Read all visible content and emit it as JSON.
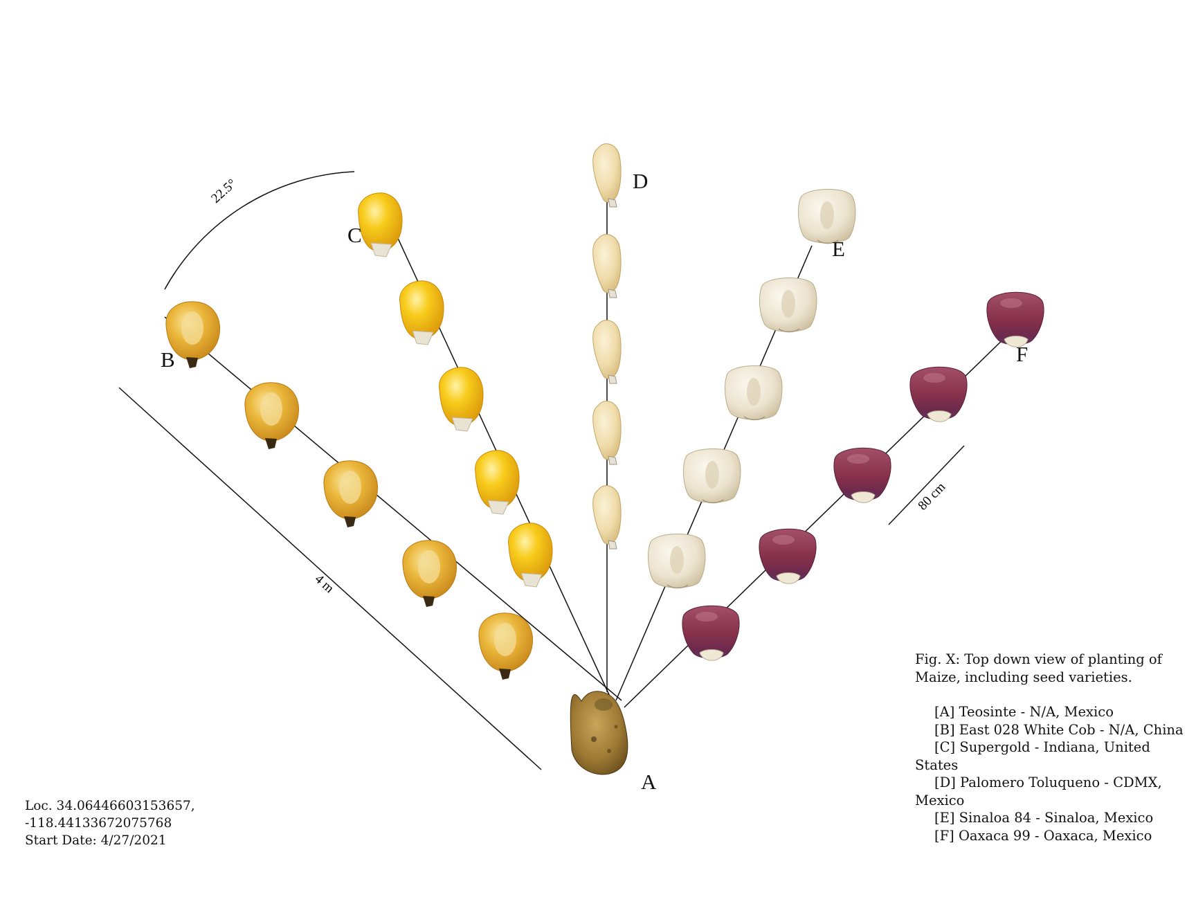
{
  "diagram": {
    "angle_label": "22.5°",
    "row_length_label": "4 m",
    "spacing_label": "80 cm",
    "origin": {
      "label": "A"
    },
    "rows": [
      {
        "label": "B",
        "kernel_type": "yellow-dent",
        "color": "#e3a62a",
        "seeds": 5
      },
      {
        "label": "C",
        "kernel_type": "yellow-flint",
        "color": "#f5c116",
        "seeds": 5
      },
      {
        "label": "D",
        "kernel_type": "slender-cream",
        "color": "#efdcaa",
        "seeds": 5
      },
      {
        "label": "E",
        "kernel_type": "white-dent",
        "color": "#ece3cf",
        "seeds": 5
      },
      {
        "label": "F",
        "kernel_type": "purple-dent",
        "color": "#8a2f44",
        "seeds": 5
      }
    ],
    "teosinte_color": "#8a6a2c"
  },
  "caption": {
    "title": "Fig. X: Top down view of planting of Maize, including seed varieties.",
    "entries": [
      "[A] Teosinte - N/A, Mexico",
      "[B] East 028 White Cob - N/A, China",
      "[C] Supergold - Indiana, United States",
      "[D] Palomero Toluqueno - CDMX, Mexico",
      "[E] Sinaloa 84 - Sinaloa, Mexico",
      "[F] Oaxaca 99 - Oaxaca, Mexico"
    ]
  },
  "location": {
    "line1": "Loc. 34.06446603153657,",
    "line2": "-118.44133672075768",
    "line3": "Start Date: 4/27/2021"
  }
}
